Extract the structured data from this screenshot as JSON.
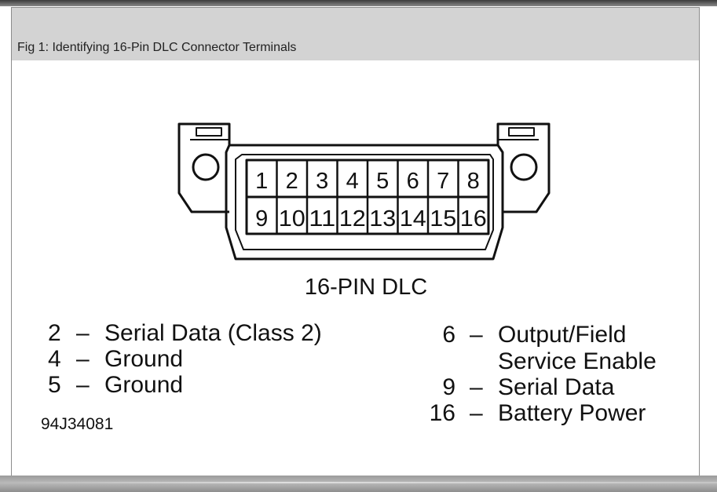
{
  "figure": {
    "caption": "Fig 1: Identifying 16-Pin DLC Connector Terminals",
    "connector_label": "16-PIN DLC",
    "pins_top": [
      "1",
      "2",
      "3",
      "4",
      "5",
      "6",
      "7",
      "8"
    ],
    "pins_bottom": [
      "9",
      "10",
      "11",
      "12",
      "13",
      "14",
      "15",
      "16"
    ],
    "legend_left": [
      {
        "pin": "2",
        "dash": "–",
        "desc": "Serial Data (Class 2)"
      },
      {
        "pin": "4",
        "dash": "–",
        "desc": "Ground"
      },
      {
        "pin": "5",
        "dash": "–",
        "desc": "Ground"
      }
    ],
    "legend_right": [
      {
        "pin": "6",
        "dash": "–",
        "desc": "Output/Field"
      },
      {
        "pin": "",
        "dash": "",
        "desc": "Service Enable"
      },
      {
        "pin": "9",
        "dash": "–",
        "desc": "Serial Data"
      },
      {
        "pin": "16",
        "dash": "–",
        "desc": "Battery Power"
      }
    ],
    "figure_code": "94J34081"
  }
}
